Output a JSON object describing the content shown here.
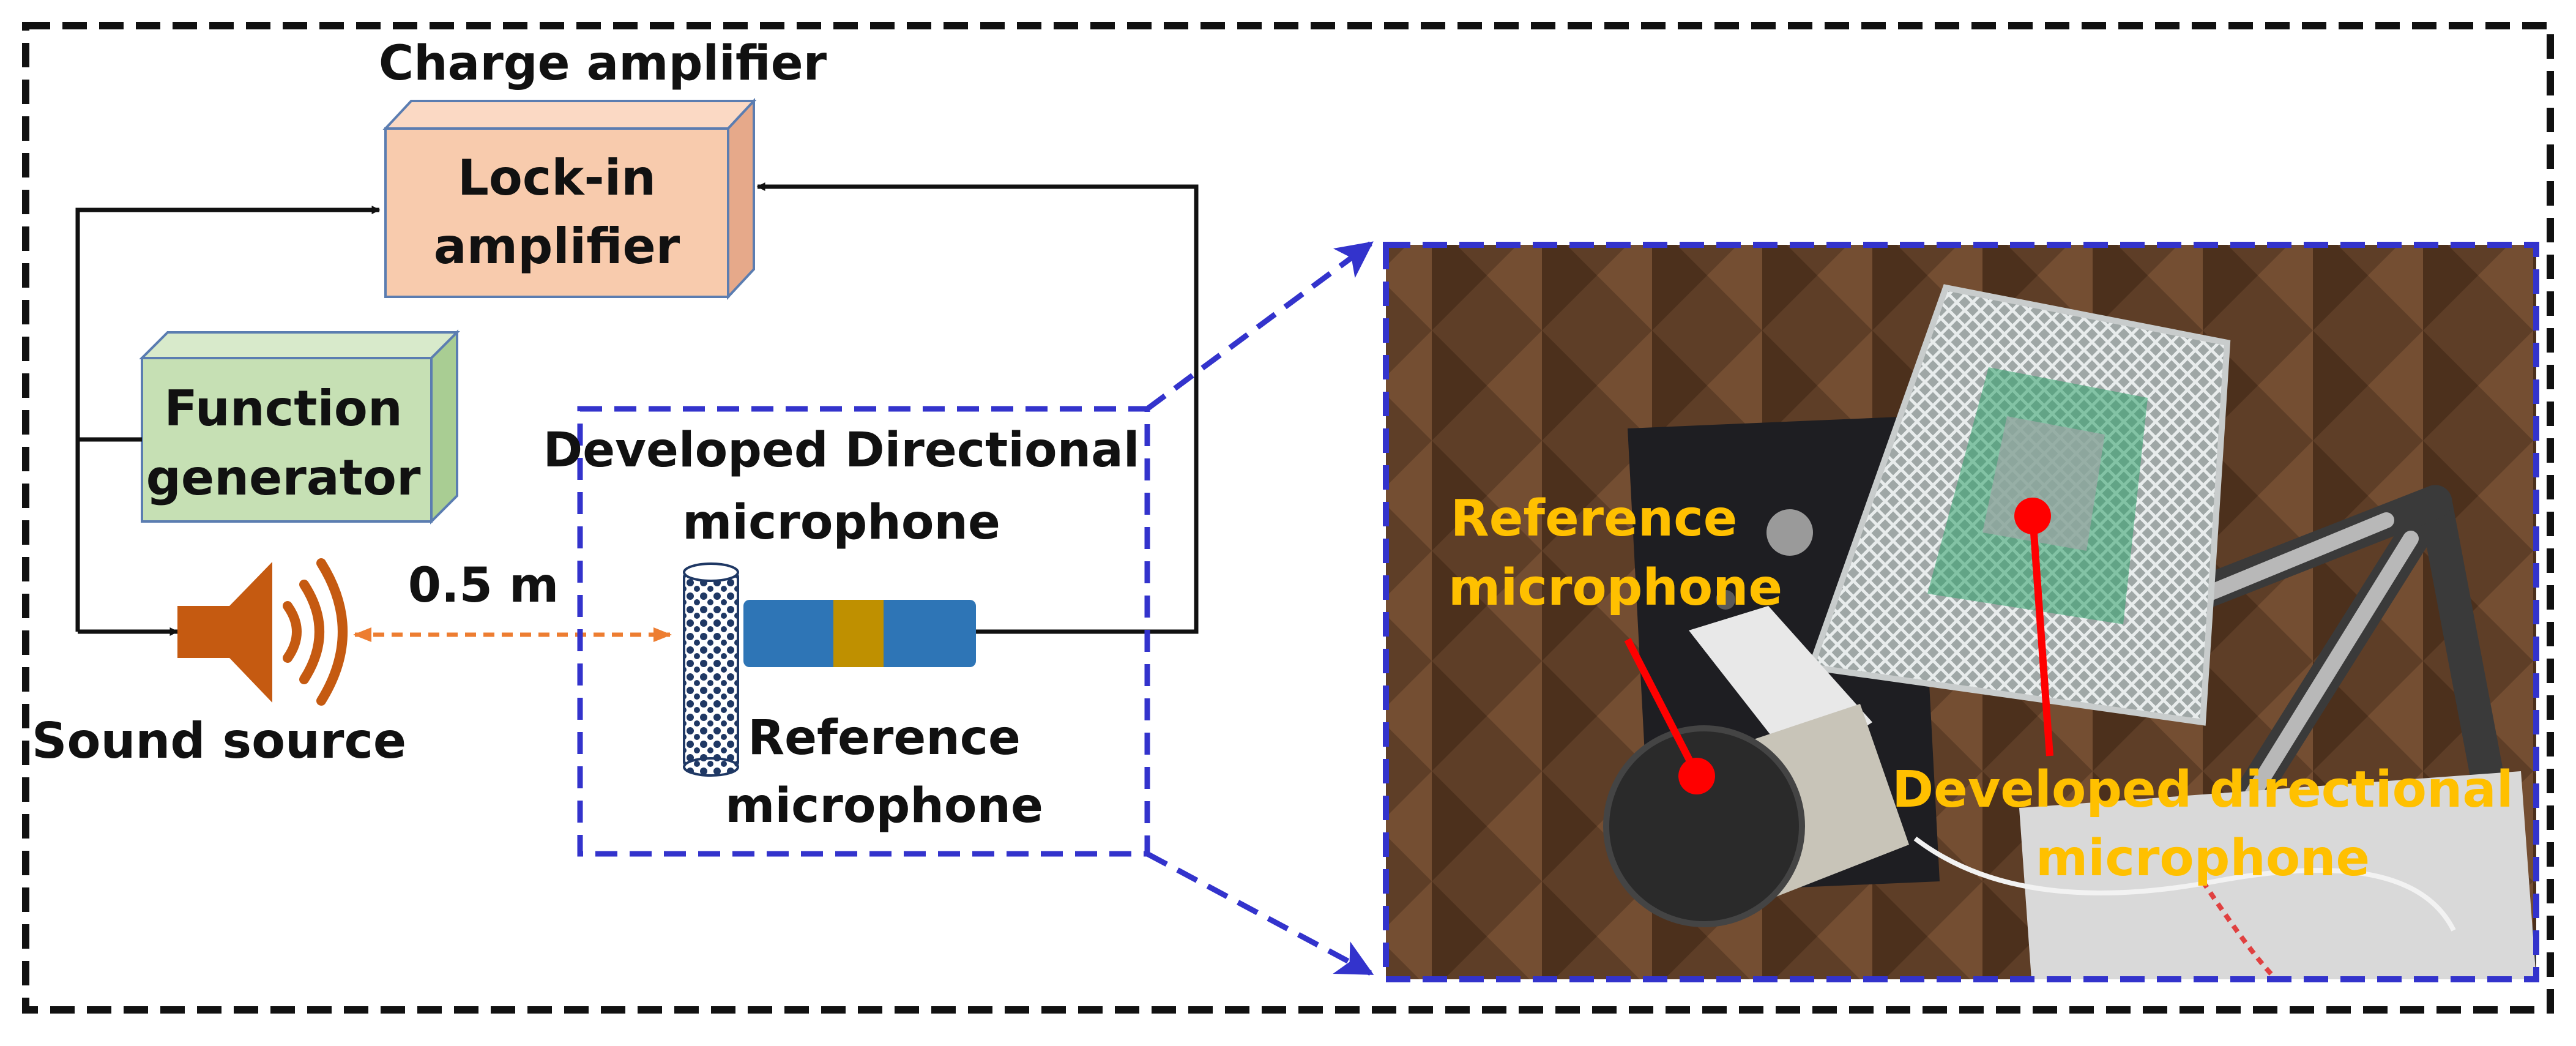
{
  "title": "Charge amplifier",
  "boxes": {
    "lockin": {
      "line1": "Lock-in",
      "line2": "amplifier",
      "face": "#F8CBAD",
      "side": "#E6A98A",
      "top": "#FBD9C4"
    },
    "function_gen": {
      "line1": "Function",
      "line2": "generator",
      "face": "#C6E0B4",
      "side": "#A9CD93",
      "top": "#D8EACB"
    }
  },
  "sound_source": {
    "label": "Sound source",
    "color": "#C55A11"
  },
  "distance": {
    "label": "0.5 m",
    "color": "#ED7D31"
  },
  "dashed_group": {
    "title_line1": "Developed Directional",
    "title_line2": "microphone",
    "reference_line1": "Reference",
    "reference_line2": "microphone",
    "color": "#3333CC"
  },
  "reference_mic": {
    "body_color": "#2E75B6",
    "band_color": "#BF9000"
  },
  "photo": {
    "label_reference_line1": "Reference",
    "label_reference_line2": "microphone",
    "label_developed_line1": "Developed directional",
    "label_developed_line2": "microphone",
    "label_color": "#FFC000",
    "pointer_color": "#FF0000"
  },
  "outer_border_color": "#111111"
}
